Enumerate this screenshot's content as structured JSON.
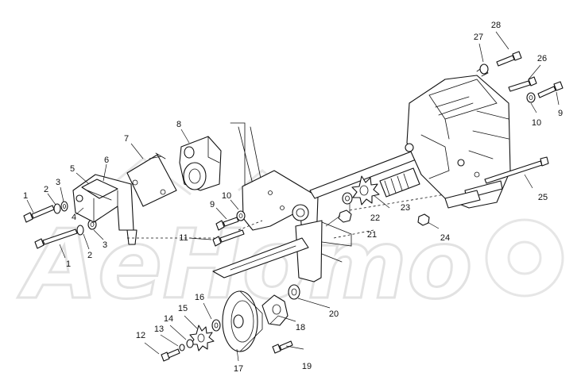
{
  "diagram": {
    "watermark_text": "AeHomo",
    "callouts": [
      "1",
      "1",
      "2",
      "2",
      "3",
      "3",
      "4",
      "5",
      "6",
      "7",
      "8",
      "9",
      "9",
      "10",
      "10",
      "11",
      "12",
      "13",
      "14",
      "15",
      "16",
      "17",
      "18",
      "19",
      "20",
      "21",
      "22",
      "23",
      "24",
      "25",
      "26",
      "27",
      "28"
    ]
  }
}
